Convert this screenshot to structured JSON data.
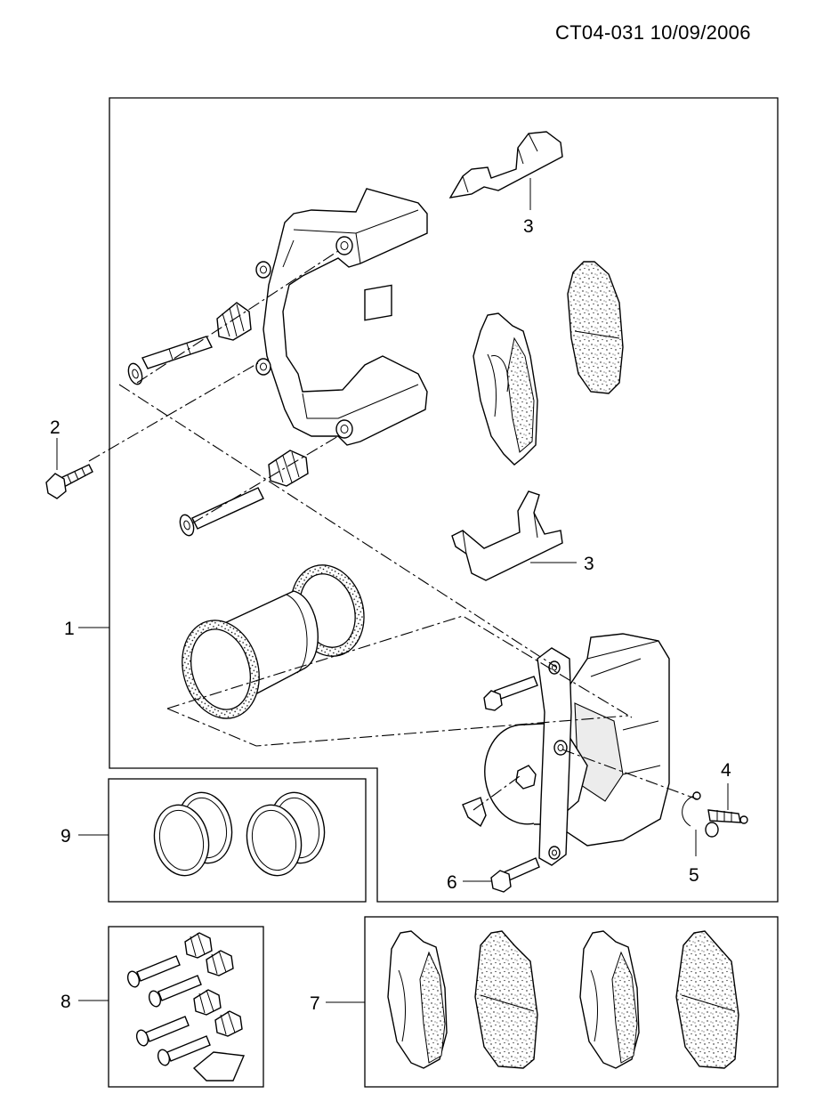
{
  "header": {
    "code": "CT04-031  10/09/2006"
  },
  "callouts": [
    {
      "id": "1",
      "text": "1"
    },
    {
      "id": "2",
      "text": "2"
    },
    {
      "id": "3a",
      "text": "3"
    },
    {
      "id": "3b",
      "text": "3"
    },
    {
      "id": "4",
      "text": "4"
    },
    {
      "id": "5",
      "text": "5"
    },
    {
      "id": "6",
      "text": "6"
    },
    {
      "id": "7",
      "text": "7"
    },
    {
      "id": "8",
      "text": "8"
    },
    {
      "id": "9",
      "text": "9"
    }
  ],
  "colors": {
    "line": "#000000",
    "background": "#ffffff",
    "speckle": "#000000"
  }
}
